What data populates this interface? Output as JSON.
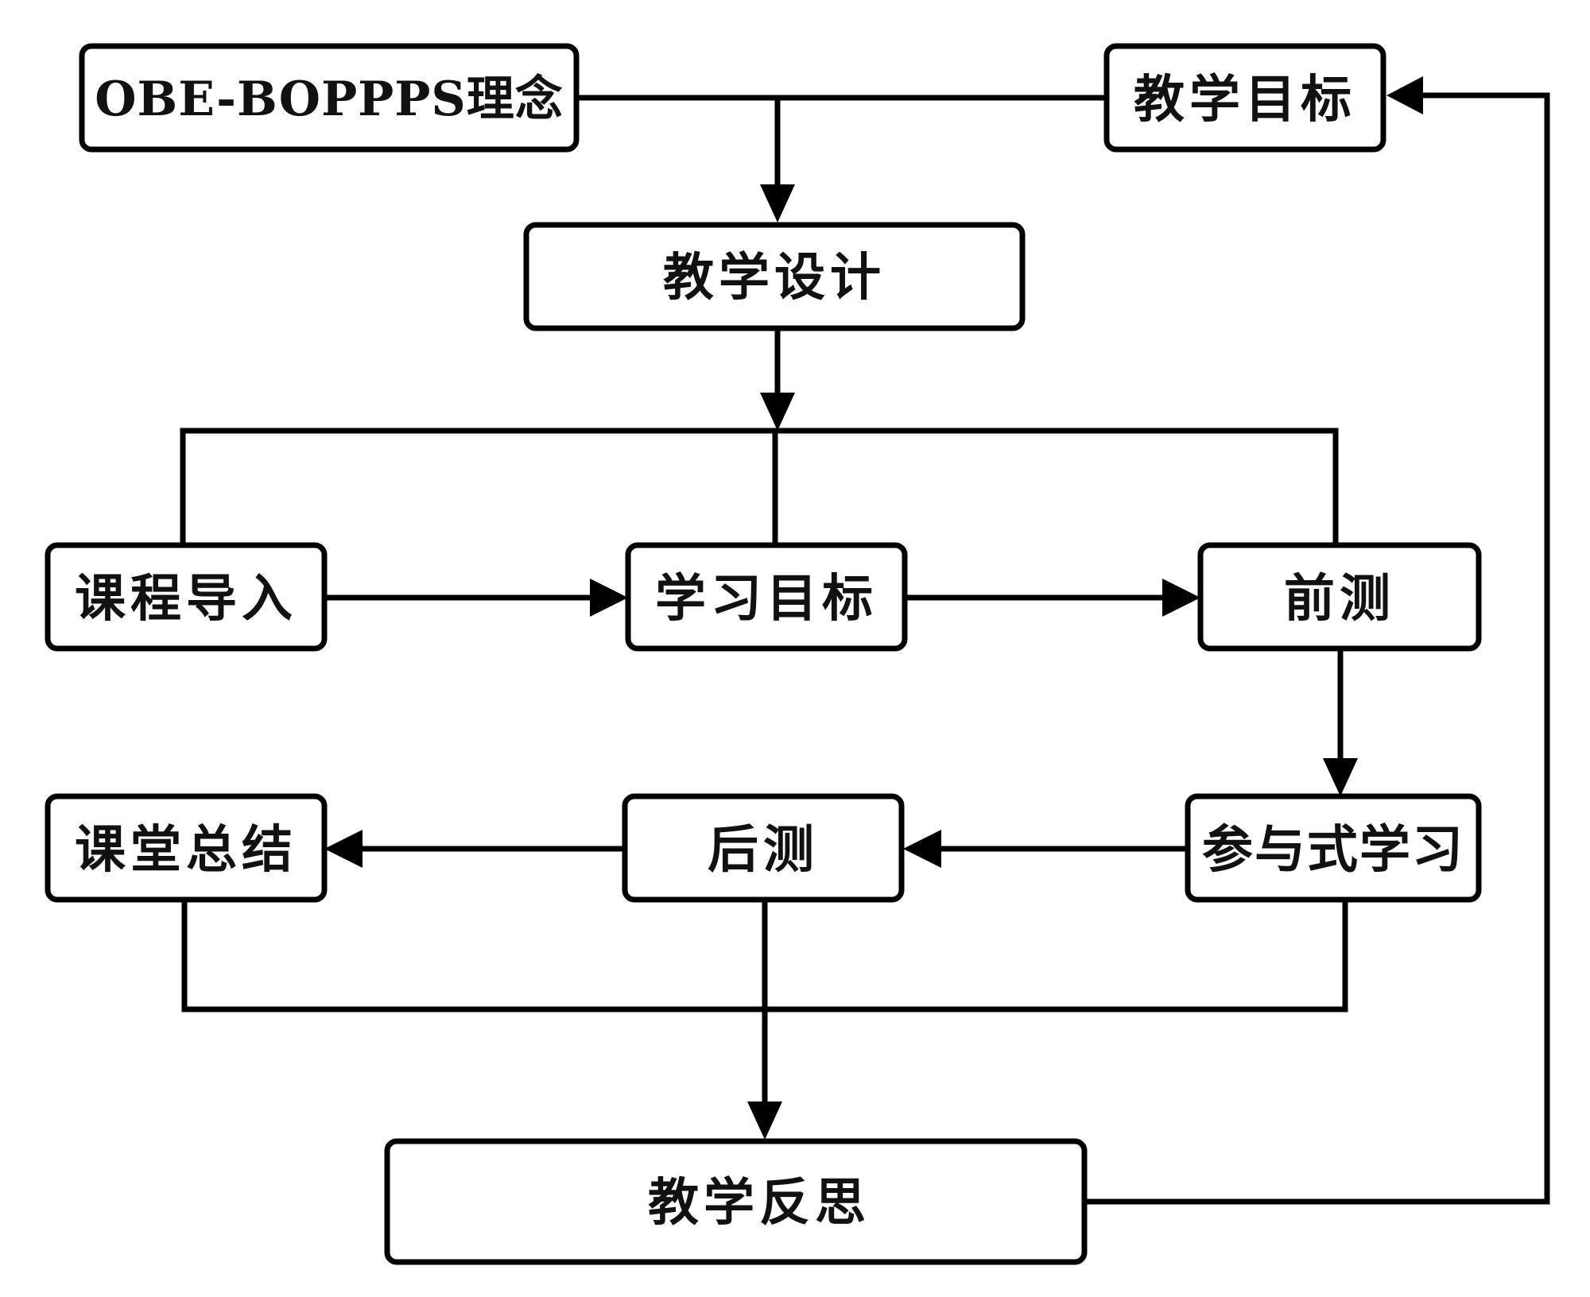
{
  "diagram": {
    "nodes": {
      "obe_bopps": "OBE-BOPPPS理念",
      "teaching_objectives": "教学目标",
      "teaching_design": "教学设计",
      "course_intro": "课程导入",
      "learning_objectives": "学习目标",
      "pre_test": "前测",
      "participatory_learning": "参与式学习",
      "post_test": "后测",
      "class_summary": "课堂总结",
      "teaching_reflection": "教学反思"
    }
  }
}
